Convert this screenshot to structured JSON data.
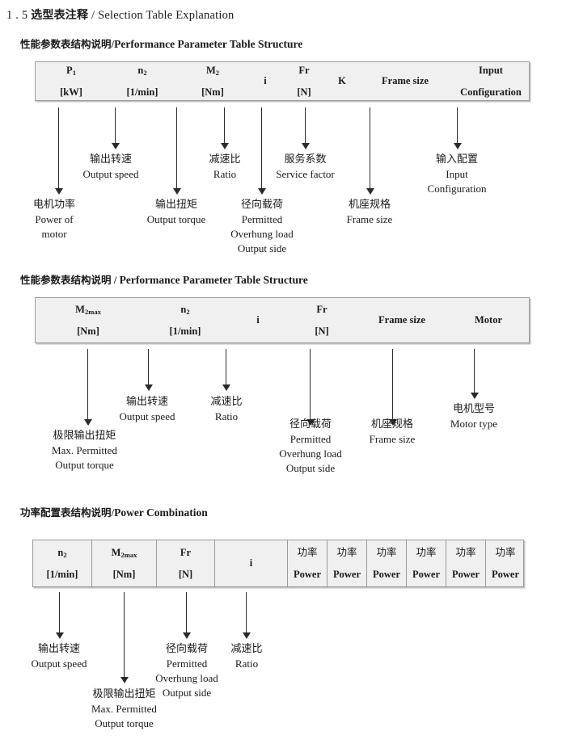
{
  "document": {
    "section_number": "1 . 5",
    "title_cn": "选型表注释",
    "title_sep": "/",
    "title_en": "Selection Table Explanation"
  },
  "sections": [
    {
      "heading_cn": "性能参数表结构说明",
      "heading_sep": "/",
      "heading_en": "Performance Parameter Table Structure",
      "columns": [
        {
          "symbol": "P",
          "sub": "1",
          "unit": "[kW]"
        },
        {
          "symbol": "n",
          "sub": "2",
          "unit": "[1/min]"
        },
        {
          "symbol": "M",
          "sub": "2",
          "unit": "[Nm]"
        },
        {
          "symbol": "i",
          "sub": "",
          "unit": ""
        },
        {
          "symbol": "Fr",
          "sub": "",
          "unit": "[N]"
        },
        {
          "symbol": "K",
          "sub": "",
          "unit": ""
        },
        {
          "symbol": "Frame size",
          "sub": "",
          "unit": ""
        },
        {
          "symbol": "Input",
          "sub": "",
          "unit": "Configuration"
        }
      ],
      "notes": [
        {
          "cn": "电机功率",
          "en": [
            "Power of",
            "motor"
          ]
        },
        {
          "cn": "输出转速",
          "en": [
            "Output speed"
          ]
        },
        {
          "cn": "输出扭矩",
          "en": [
            "Output torque"
          ]
        },
        {
          "cn": "减速比",
          "en": [
            "Ratio"
          ]
        },
        {
          "cn": "径向载荷",
          "en": [
            "Permitted",
            "Overhung load",
            "Output side"
          ]
        },
        {
          "cn": "服务系数",
          "en": [
            "Service factor"
          ]
        },
        {
          "cn": "机座规格",
          "en": [
            "Frame size"
          ]
        },
        {
          "cn": "输入配置",
          "en": [
            "Input",
            "Configuration"
          ]
        }
      ]
    },
    {
      "heading_cn": "性能参数表结构说明",
      "heading_sep": "/",
      "heading_en": "Performance Parameter Table Structure",
      "columns": [
        {
          "symbol": "M",
          "sub": "2max",
          "unit": "[Nm]"
        },
        {
          "symbol": "n",
          "sub": "2",
          "unit": "[1/min]"
        },
        {
          "symbol": "i",
          "sub": "",
          "unit": ""
        },
        {
          "symbol": "Fr",
          "sub": "",
          "unit": "[N]"
        },
        {
          "symbol": "Frame size",
          "sub": "",
          "unit": ""
        },
        {
          "symbol": "Motor",
          "sub": "",
          "unit": ""
        }
      ],
      "notes": [
        {
          "cn": "极限输出扭矩",
          "en": [
            "Max. Permitted",
            "Output  torque"
          ]
        },
        {
          "cn": "输出转速",
          "en": [
            "Output speed"
          ]
        },
        {
          "cn": "减速比",
          "en": [
            "Ratio"
          ]
        },
        {
          "cn": "径向载荷",
          "en": [
            "Permitted",
            "Overhung load",
            "Output side"
          ]
        },
        {
          "cn": "机座规格",
          "en": [
            "Frame size"
          ]
        },
        {
          "cn": "电机型号",
          "en": [
            "Motor type"
          ]
        }
      ]
    },
    {
      "heading_cn": "功率配置表结构说明",
      "heading_sep": "/",
      "heading_en": "Power Combination",
      "columns": [
        {
          "symbol": "n",
          "sub": "2",
          "unit": "[1/min]"
        },
        {
          "symbol": "M",
          "sub": "2max",
          "unit": "[Nm]"
        },
        {
          "symbol": "Fr",
          "sub": "",
          "unit": "[N]"
        },
        {
          "symbol": "i",
          "sub": "",
          "unit": ""
        },
        {
          "symbol_cn": "功率",
          "symbol": "",
          "sub": "",
          "unit": "Power"
        },
        {
          "symbol_cn": "功率",
          "symbol": "",
          "sub": "",
          "unit": "Power"
        },
        {
          "symbol_cn": "功率",
          "symbol": "",
          "sub": "",
          "unit": "Power"
        },
        {
          "symbol_cn": "功率",
          "symbol": "",
          "sub": "",
          "unit": "Power"
        },
        {
          "symbol_cn": "功率",
          "symbol": "",
          "sub": "",
          "unit": "Power"
        },
        {
          "symbol_cn": "功率",
          "symbol": "",
          "sub": "",
          "unit": "Power"
        }
      ],
      "notes": [
        {
          "cn": "输出转速",
          "en": [
            "Output speed"
          ]
        },
        {
          "cn": "极限输出扭矩",
          "en": [
            "Max. Permitted",
            "Output  torque"
          ]
        },
        {
          "cn": "径向载荷",
          "en": [
            "Permitted",
            "Overhung load",
            "Output side"
          ]
        },
        {
          "cn": "减速比",
          "en": [
            "Ratio"
          ]
        }
      ]
    }
  ]
}
